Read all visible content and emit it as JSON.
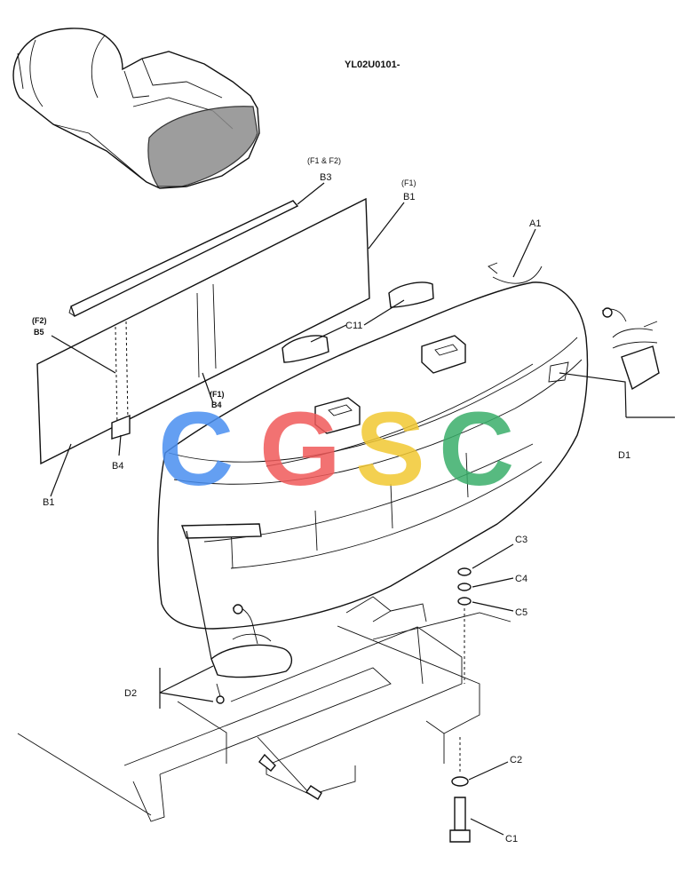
{
  "drawing_number": "YL02U0101-",
  "watermark": {
    "letters": [
      "C",
      "G",
      "S",
      "C"
    ],
    "colors": [
      "#4a8ff0",
      "#f05a5a",
      "#f2c832",
      "#3aae6a"
    ]
  },
  "callouts": {
    "b3": {
      "qualifier": "(F1 & F2)",
      "code": "B3"
    },
    "b1_top": {
      "qualifier": "(F1)",
      "code": "B1"
    },
    "a1": {
      "code": "A1"
    },
    "c11": {
      "code": "C11"
    },
    "b5": {
      "qualifier": "(F2)",
      "code": "B5"
    },
    "b4_mid": {
      "qualifier": "(F1)",
      "code": "B4"
    },
    "b4_low": {
      "code": "B4"
    },
    "b1_bottom": {
      "code": "B1"
    },
    "d1": {
      "code": "D1"
    },
    "c3": {
      "code": "C3"
    },
    "c4": {
      "code": "C4"
    },
    "c5": {
      "code": "C5"
    },
    "d2": {
      "code": "D2"
    },
    "c2": {
      "code": "C2"
    },
    "c1": {
      "code": "C1"
    }
  }
}
